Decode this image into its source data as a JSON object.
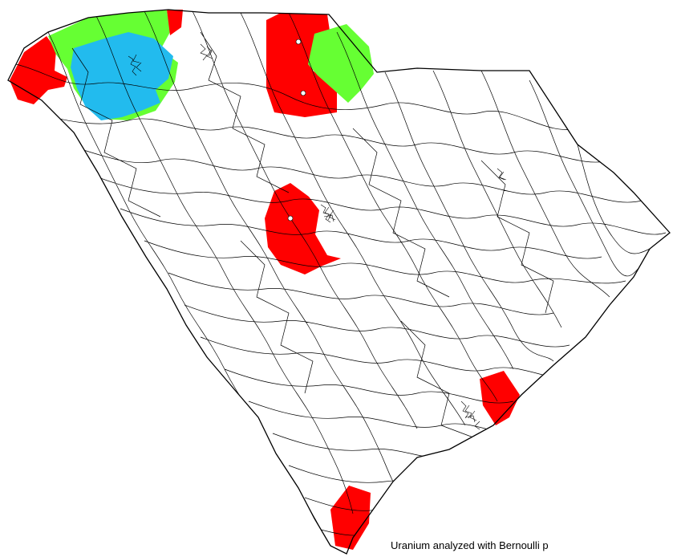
{
  "map": {
    "caption": "Uranium analyzed with Bernoulli p",
    "colors": {
      "red": "#ff0000",
      "green": "#66ff33",
      "blue": "#22bbee",
      "outline": "#000000",
      "background": "#ffffff"
    },
    "regions": [
      {
        "id": "far-northwest",
        "fill": "red"
      },
      {
        "id": "upstate-green",
        "fill": "green"
      },
      {
        "id": "upstate-blue",
        "fill": "blue"
      },
      {
        "id": "northern-border",
        "fill": "red"
      },
      {
        "id": "north-central",
        "fill": "red"
      },
      {
        "id": "north-central-green",
        "fill": "green"
      },
      {
        "id": "midlands",
        "fill": "red"
      },
      {
        "id": "charleston",
        "fill": "red"
      },
      {
        "id": "beaufort",
        "fill": "red"
      }
    ]
  }
}
